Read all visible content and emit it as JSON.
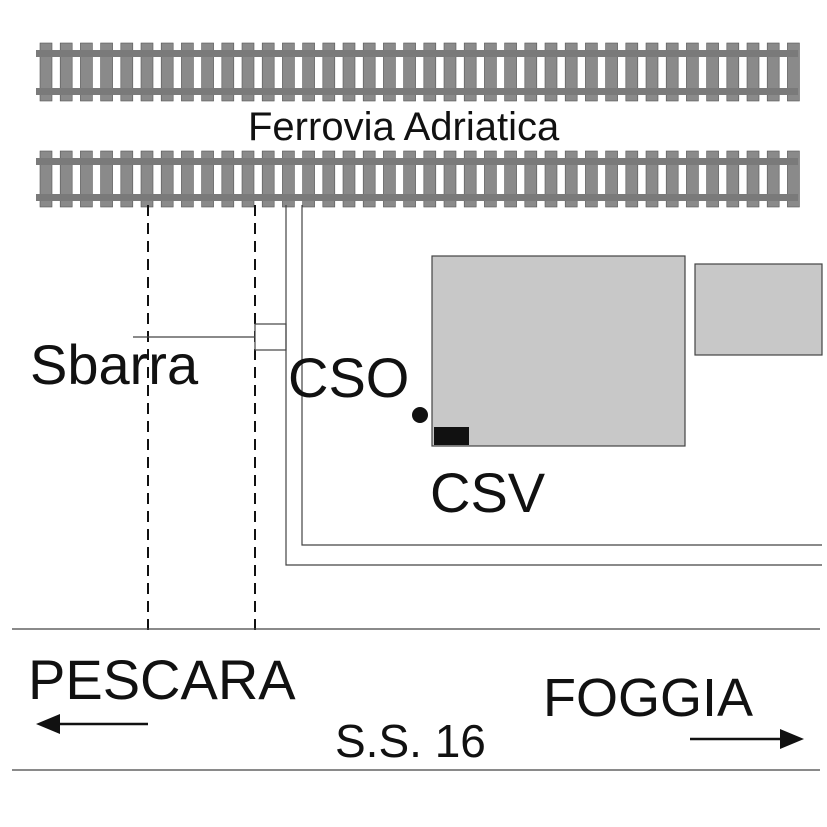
{
  "labels": {
    "railway": "Ferrovia Adriatica",
    "barrier": "Sbarra",
    "cso": "CSO",
    "csv": "CSV",
    "pescara": "PESCARA",
    "foggia": "FOGGIA",
    "road": "S.S. 16"
  },
  "colors": {
    "rail": "#7a7a7a",
    "sleeper": "#8a8a8a",
    "building": "#c8c8c8",
    "outline": "#444444",
    "ink": "#111111"
  },
  "icons": {
    "cso_marker": "filled-circle",
    "csv_marker": "filled-rectangle",
    "west_arrow": "arrow-left",
    "east_arrow": "arrow-right"
  }
}
